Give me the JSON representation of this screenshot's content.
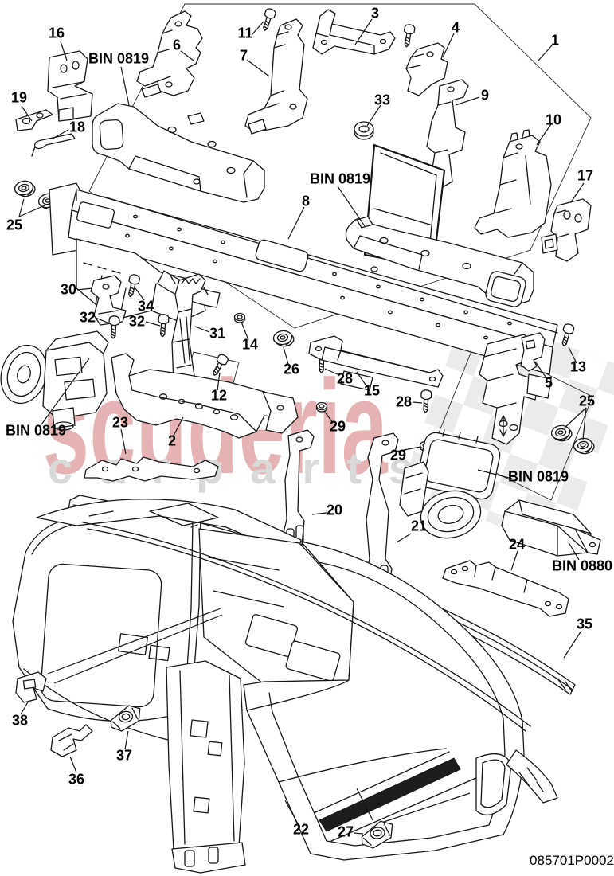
{
  "diagram": {
    "drawing_code": "085701P0002",
    "description_visible_parts": "exploded dashboard / instrument panel parts diagram"
  },
  "watermark": {
    "brand": "scuderia",
    "tagline": "carparts"
  },
  "colors": {
    "line": "#161616",
    "watermark_pink": "#e5b3b3",
    "watermark_gray": "#d9d9d9",
    "checker_gray": "#e0e0e0",
    "background": "#ffffff"
  },
  "callouts": {
    "n16": "16",
    "bin0819_tl": "BIN 0819",
    "n19": "19",
    "n18": "18",
    "n6": "6",
    "n11": "11",
    "n7": "7",
    "n3": "3",
    "n4": "4",
    "n1": "1",
    "n33": "33",
    "n9": "9",
    "n10": "10",
    "n17": "17",
    "n25_tl": "25",
    "n8": "8",
    "bin0819_mid": "BIN 0819",
    "n30": "30",
    "n34": "34",
    "n32_a": "32",
    "n32_b": "32",
    "n31": "31",
    "n14": "14",
    "n26": "26",
    "n12": "12",
    "n23": "23",
    "n2": "2",
    "bin0819_bl": "BIN 0819",
    "n28_a": "28",
    "n15": "15",
    "n28_b": "28",
    "n29_a": "29",
    "n29_b": "29",
    "n5": "5",
    "n13": "13",
    "n25_r": "25",
    "bin0819_br": "BIN 0819",
    "n20": "20",
    "n21": "21",
    "n24": "24",
    "bin0880": "BIN 0880",
    "n35": "35",
    "n38": "38",
    "n36": "36",
    "n37": "37",
    "n22": "22",
    "n27": "27"
  }
}
